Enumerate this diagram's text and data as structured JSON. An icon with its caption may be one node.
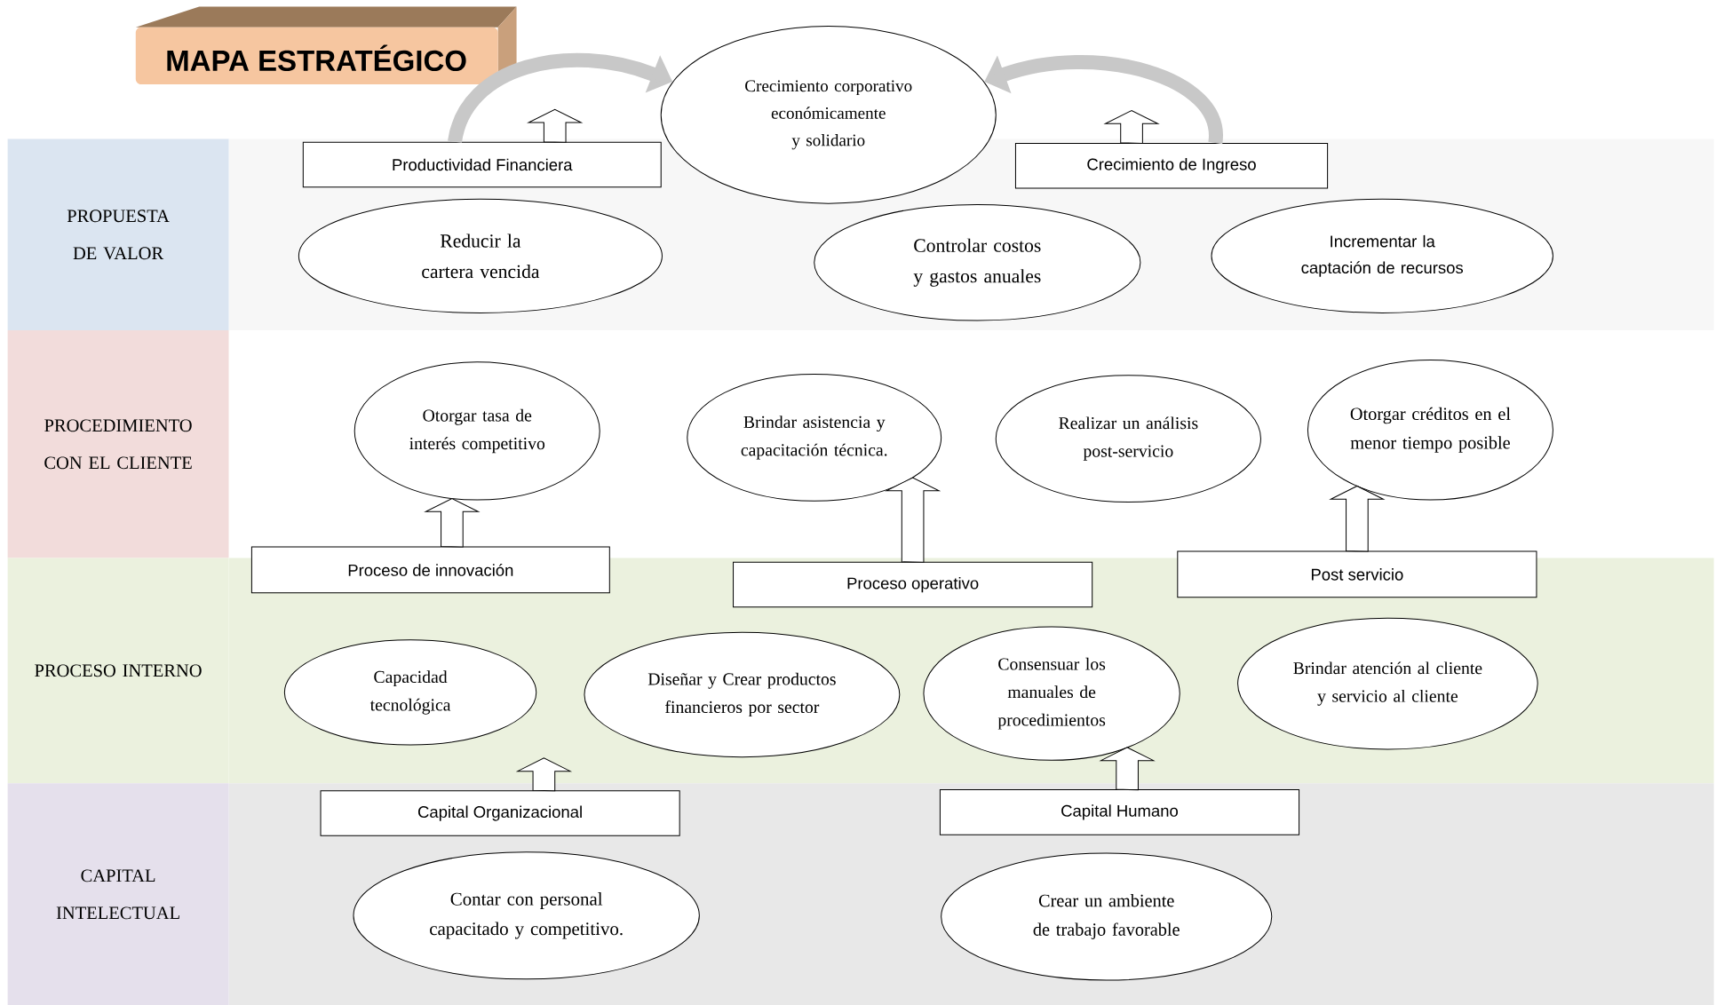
{
  "diagram": {
    "title": "MAPA ESTRATÉGICO",
    "nodes": [
      {
        "text": [
          "PROPUESTA DE VALOR"
        ]
      },
      {
        "text": [
          "Productividad Financiera"
        ]
      },
      {
        "text": [
          "Crecimiento corporativo económicamente y solidario"
        ]
      },
      {
        "text": [
          "Crecimiento de Ingreso"
        ]
      },
      {
        "text": [
          "Reducir la cartera vencida"
        ]
      },
      {
        "text": [
          "Controlar costos y gastos anuales"
        ]
      },
      {
        "text": [
          "Incrementar la captación de recursos"
        ]
      },
      {
        "text": [
          "PROCEDIMIENTO CON EL CLIENTE"
        ]
      },
      {
        "text": [
          "Otorgar tasa de interés competitivo"
        ]
      },
      {
        "text": [
          "Brindar asistencia y capacitación técnica."
        ]
      },
      {
        "text": [
          "Realizar un análisis post-servicio"
        ]
      },
      {
        "text": [
          "Otorgar créditos en el menor tiempo posible"
        ]
      },
      {
        "text": [
          "PROCESO INTERNO"
        ]
      },
      {
        "text": [
          "Proceso de innovación"
        ]
      },
      {
        "text": [
          "Proceso operativo"
        ]
      },
      {
        "text": [
          "Post servicio"
        ]
      },
      {
        "text": [
          "Capacidad tecnológica"
        ]
      },
      {
        "text": [
          "Diseñar y Crear productos financieros por sector"
        ]
      },
      {
        "text": [
          "Consensuar los manuales de procedimientos"
        ]
      },
      {
        "text": [
          "Brindar atención al cliente y servicio al cliente"
        ]
      },
      {
        "text": [
          "CAPITAL INTELECTUAL"
        ]
      },
      {
        "text": [
          "Capital Organizacional"
        ]
      },
      {
        "text": [
          "Capital Humano"
        ]
      },
      {
        "text": [
          "Contar con personal capacitado y competitivo."
        ]
      },
      {
        "text": [
          "Crear un ambiente de trabajo favorable"
        ]
      }
    ],
    "edges": [
      {
        "from": 1,
        "to": 2,
        "arrow": "to",
        "color": "#c8c8c8"
      },
      {
        "from": 3,
        "to": 2,
        "arrow": "to",
        "color": "#c8c8c8"
      },
      {
        "from": 1,
        "to": null,
        "arrow": "to"
      },
      {
        "from": 3,
        "to": null,
        "arrow": "to"
      },
      {
        "from": 13,
        "to": 8,
        "arrow": "to"
      },
      {
        "from": 14,
        "to": 9,
        "arrow": "to"
      },
      {
        "from": 15,
        "to": 11,
        "arrow": "to"
      },
      {
        "from": 21,
        "to": null,
        "arrow": "to"
      },
      {
        "from": 22,
        "to": 18,
        "arrow": "to"
      }
    ]
  }
}
